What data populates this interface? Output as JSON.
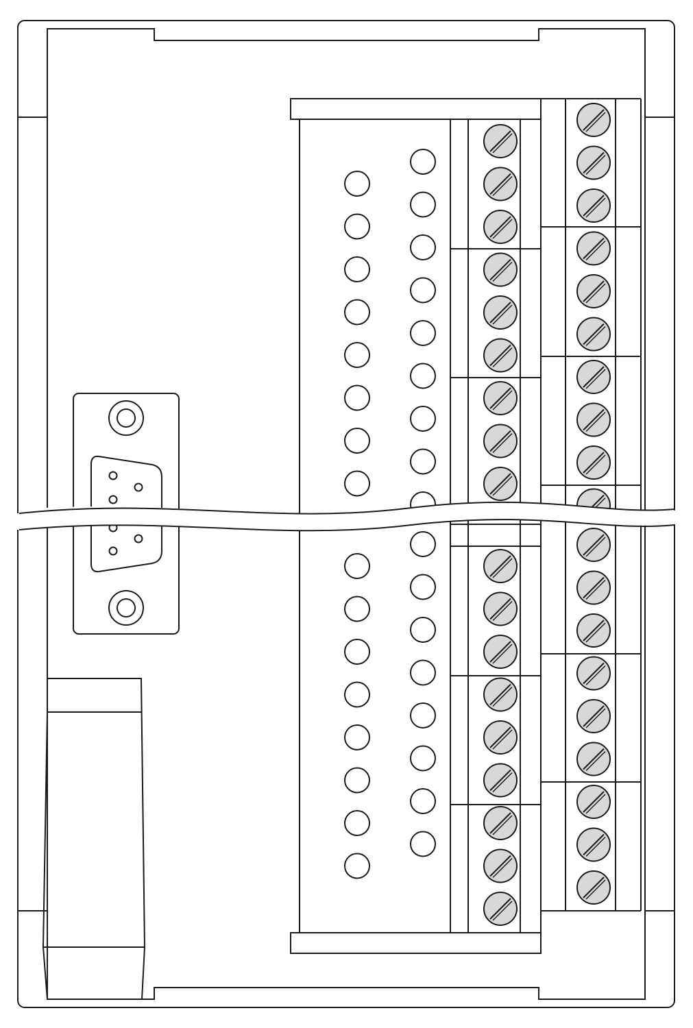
{
  "colors": {
    "line": "#1a1a1a",
    "background": "#ffffff",
    "screw_fill": "#d8d8d8"
  },
  "icons": {
    "led": "circle-outline-icon",
    "screw": "slotted-screw-icon",
    "connector": "db9-serial-connector-icon",
    "break": "wavy-break-line-icon"
  },
  "led_columns": {
    "left": {
      "top_section": 8,
      "bottom_section": 8
    },
    "right": {
      "top_section": 9,
      "bottom_section": 8
    }
  },
  "terminal_strips": {
    "inner": {
      "top_section_screws": 9,
      "bottom_section_screws": 9,
      "screws_per_group": 3
    },
    "outer": {
      "top_section_screws": 10,
      "bottom_section_screws": 9,
      "screws_per_group": 3
    }
  },
  "serial_connector": {
    "visible_pins": 6,
    "mounting_holes": 2
  }
}
